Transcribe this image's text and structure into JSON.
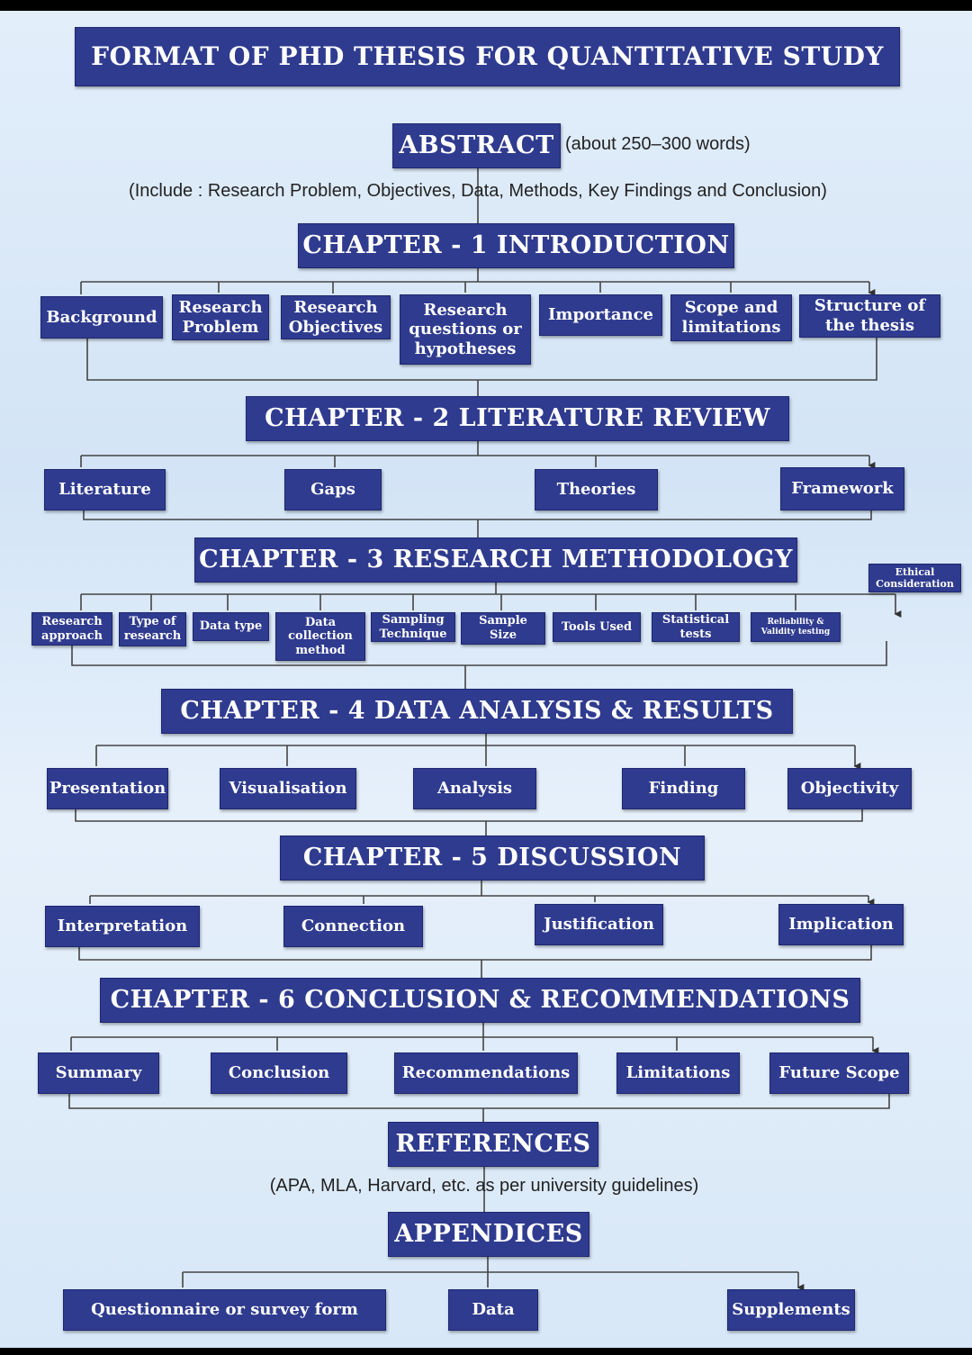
{
  "title": "FORMAT OF PHD THESIS FOR QUANTITATIVE STUDY",
  "abstract": {
    "label": "ABSTRACT",
    "words": "(about 250–300 words)",
    "include": "(Include : Research Problem, Objectives, Data, Methods, Key Findings and Conclusion)"
  },
  "ch1": {
    "label": "CHAPTER - 1 INTRODUCTION",
    "items": [
      "Background",
      "Research Problem",
      "Research Objectives",
      "Research questions or hypotheses",
      "Importance",
      "Scope and limitations",
      "Structure of the thesis"
    ]
  },
  "ch2": {
    "label": "CHAPTER - 2 LITERATURE REVIEW",
    "items": [
      "Literature",
      "Gaps",
      "Theories",
      "Framework"
    ]
  },
  "ch3": {
    "label": "CHAPTER - 3 RESEARCH METHODOLOGY",
    "items": [
      "Research approach",
      "Type of research",
      "Data type",
      "Data collection method",
      "Sampling Technique",
      "Sample Size",
      "Tools Used",
      "Statistical tests",
      "Reliability & Validity testing",
      "Ethical Consideration"
    ]
  },
  "ch4": {
    "label": "CHAPTER - 4 DATA ANALYSIS & RESULTS",
    "items": [
      "Presentation",
      "Visualisation",
      "Analysis",
      "Finding",
      "Objectivity"
    ]
  },
  "ch5": {
    "label": "CHAPTER - 5 DISCUSSION",
    "items": [
      "Interpretation",
      "Connection",
      "Justification",
      "Implication"
    ]
  },
  "ch6": {
    "label": "CHAPTER - 6 CONCLUSION & RECOMMENDATIONS",
    "items": [
      "Summary",
      "Conclusion",
      "Recommendations",
      "Limitations",
      "Future Scope"
    ]
  },
  "references": {
    "label": "REFERENCES",
    "note": "(APA, MLA, Harvard, etc. as per university guidelines)"
  },
  "appendices": {
    "label": "APPENDICES",
    "items": [
      "Questionnaire or survey form",
      "Data",
      "Supplements"
    ]
  },
  "colors": {
    "box": "#2f3b8f",
    "background": "#dce9f7"
  }
}
